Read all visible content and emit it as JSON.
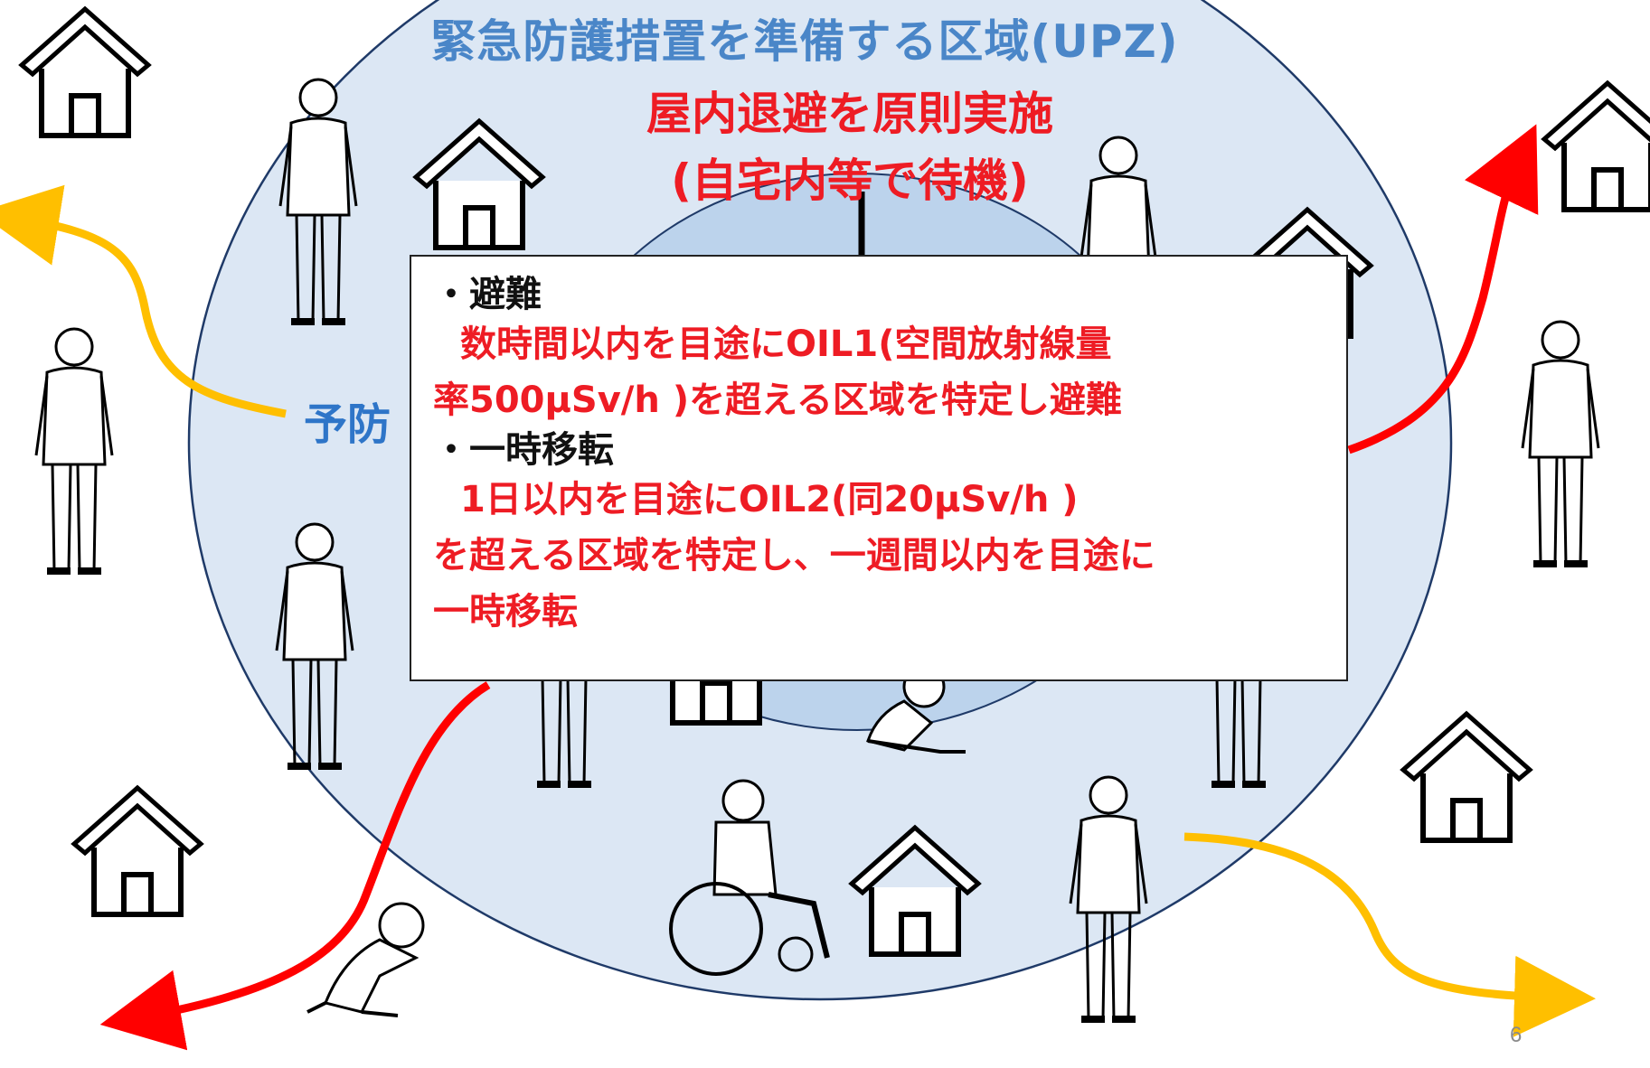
{
  "slide": {
    "upz_title": "緊急防護措置を準備する区域(UPZ)",
    "shelter_line1": "屋内退避を原則実施",
    "shelter_line2": "(自宅内等で待機)",
    "pre_label": "予防",
    "page_number": "6"
  },
  "info_box": {
    "evac_head": "・避難",
    "evac_line1": "数時間以内を目途にOIL1(空間放射線量",
    "evac_line2": "率500μSv/h )を超える区域を特定し避難",
    "relocate_head": "・一時移転",
    "relocate_line1": "1日以内を目途にOIL2(同20μSv/h )",
    "relocate_line2": "を超える区域を特定し、一週間以内を目途に",
    "relocate_line3": "一時移転"
  },
  "colors": {
    "upz_fill": "#dce7f4",
    "pAZ_fill": "#bcd3ec",
    "circle_stroke": "#1f3a68",
    "title_blue": "#4a86c8",
    "red": "#ee1c24",
    "yellow_arrow": "#ffbf00",
    "red_arrow": "#ff0000"
  },
  "icons": [
    "house-icon",
    "person-icon",
    "wheelchair-user-icon",
    "crawling-baby-icon",
    "arrow-down-icon"
  ]
}
